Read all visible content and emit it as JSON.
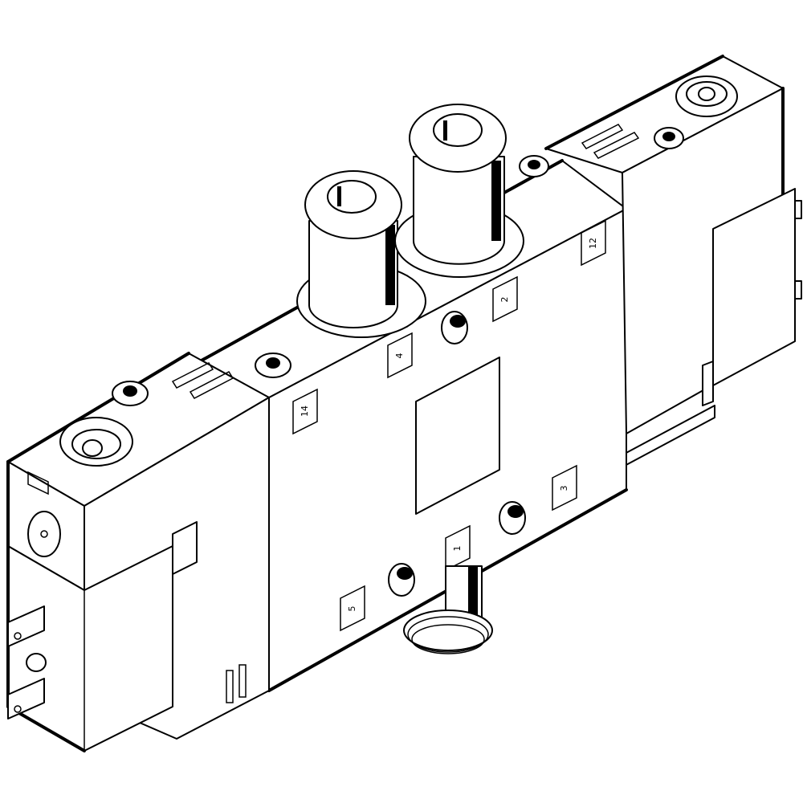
{
  "drawing": {
    "subject": "Pneumatic solenoid valve, isometric line drawing",
    "colors": {
      "line": "#000000",
      "background": "#ffffff"
    },
    "port_labels": {
      "p14": "14",
      "p4": "4",
      "p2": "2",
      "p12": "12",
      "p5": "5",
      "p1": "1",
      "p3": "3"
    }
  }
}
